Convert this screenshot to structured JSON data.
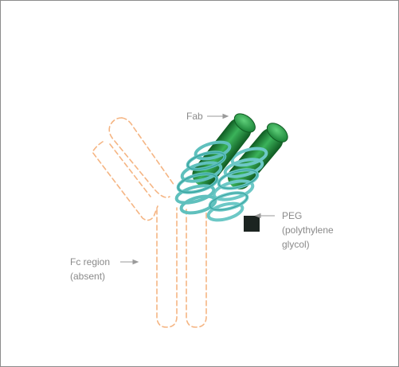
{
  "labels": {
    "fab": "Fab",
    "peg_line1": "PEG",
    "peg_line2": "(polythylene",
    "peg_line3": "glycol)",
    "fc_line1": "Fc region",
    "fc_line2": "(absent)"
  },
  "colors": {
    "fc_outline": "#f5b583",
    "fab_green": "#1f8a3b",
    "fab_green_light": "#4cc267",
    "fab_green_dark": "#0f5a22",
    "peg_teal": "#6cc8c6",
    "peg_teal_dark": "#2f9c98",
    "peg_block": "#1c2421",
    "label_text": "#8a8a8a",
    "arrow": "#9a9a9a",
    "border": "#8c8c8c"
  },
  "icons": {
    "peg_marker": "black-square-icon"
  }
}
